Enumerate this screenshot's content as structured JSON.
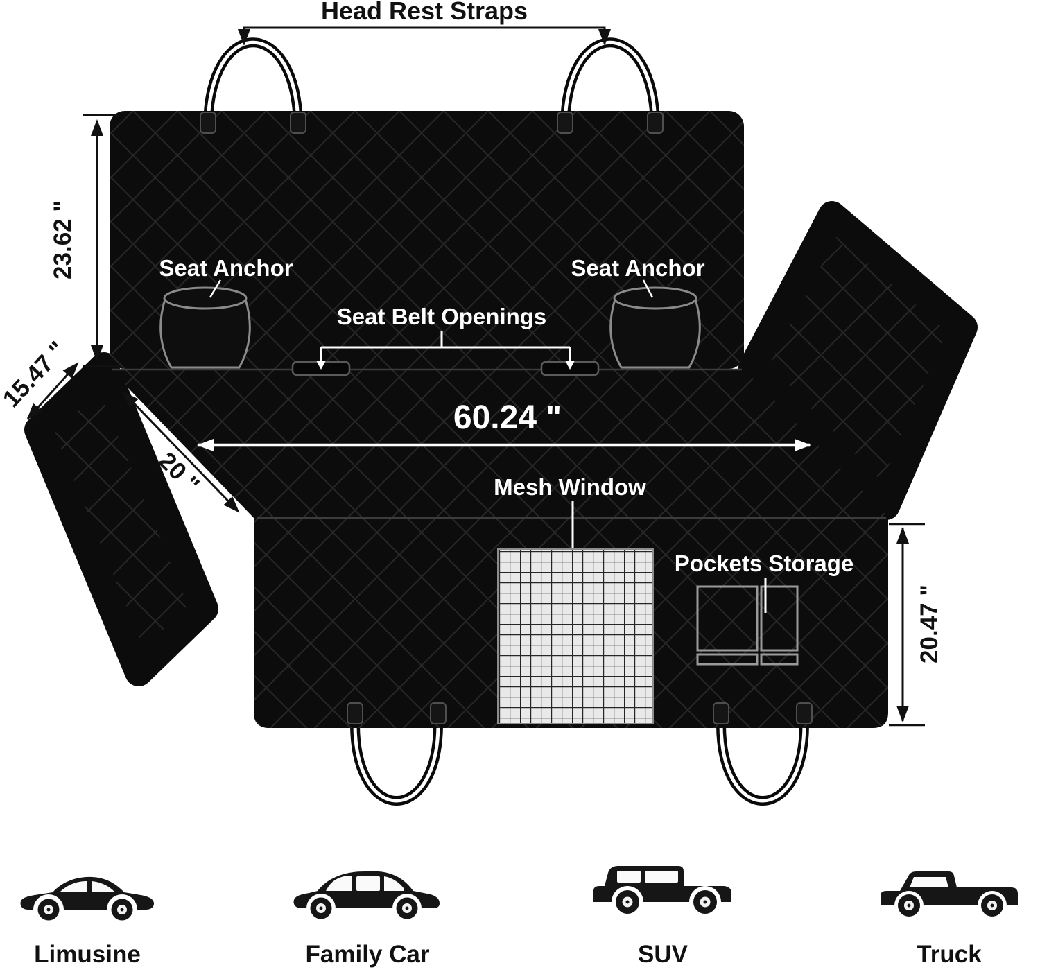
{
  "labels": {
    "head_rest_straps": "Head Rest Straps",
    "seat_anchor_left": "Seat Anchor",
    "seat_anchor_right": "Seat Anchor",
    "seat_belt_openings": "Seat Belt Openings",
    "mesh_window": "Mesh Window",
    "pockets_storage": "Pockets Storage"
  },
  "dimensions": {
    "back_panel_height": "23.62 \"",
    "side_flap_width": "15.47 \"",
    "side_flap_length": "20 \"",
    "cover_width": "60.24 \"",
    "front_panel_height": "20.47 \""
  },
  "vehicles": [
    {
      "name": "limousine",
      "label": "Limusine"
    },
    {
      "name": "family-car",
      "label": "Family Car"
    },
    {
      "name": "suv",
      "label": "SUV"
    },
    {
      "name": "truck",
      "label": "Truck"
    }
  ],
  "colors": {
    "cover": "#0c0c0c",
    "background": "#ffffff",
    "labels_on_cover": "#ffffff",
    "labels_on_background": "#111111",
    "mesh": "#e9e9e9"
  }
}
